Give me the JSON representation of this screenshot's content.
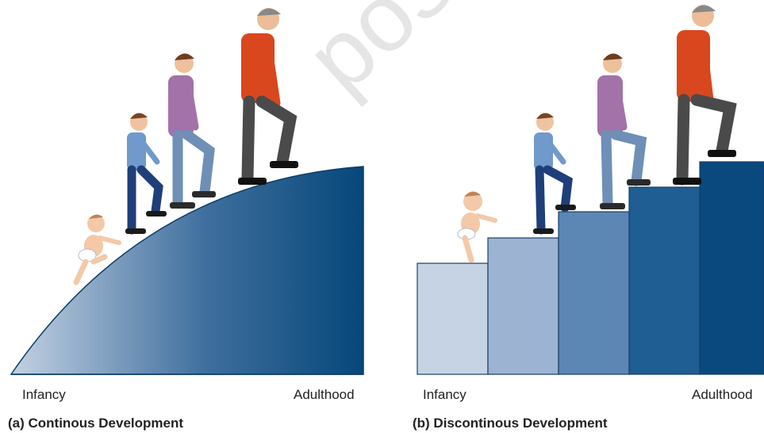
{
  "panels": [
    {
      "caption": "(a) Continous Development",
      "start_label": "Infancy",
      "end_label": "Adulthood"
    },
    {
      "caption": "(b) Discontinous Development",
      "start_label": "Infancy",
      "end_label": "Adulthood"
    }
  ],
  "watermark": "post, or distrib",
  "colors": {
    "slope_light": "#b9c8dc",
    "slope_dark": "#06477a",
    "step1": "#c6d3e4",
    "step2": "#9cb3d2",
    "step3": "#5c86b3",
    "step4": "#1f5e93",
    "step5": "#0a497d",
    "shirt_orange": "#d9471e",
    "shirt_purple": "#a472a8",
    "shirt_blue": "#6f95c6"
  }
}
